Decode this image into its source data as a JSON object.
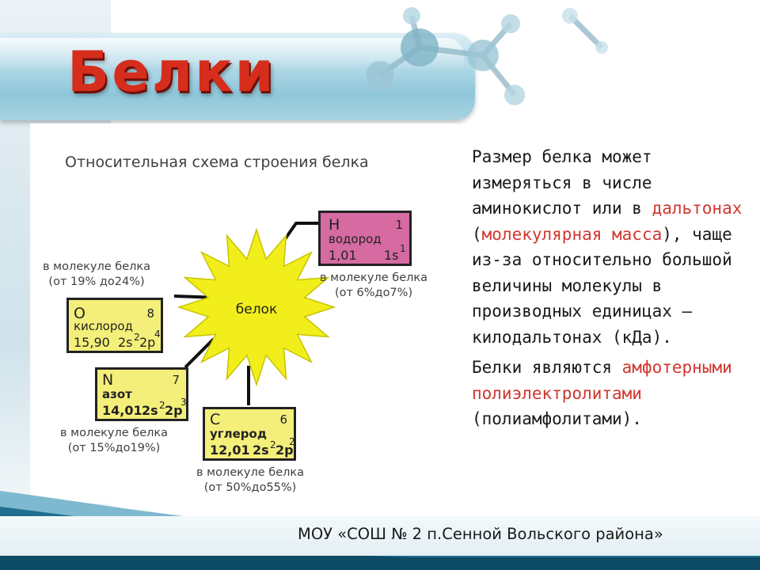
{
  "title": "Белки",
  "diagram": {
    "title": "Относительная схема строения белка",
    "center_label": "белок",
    "elements": [
      {
        "symbol": "H",
        "number": "1",
        "name": "водород",
        "mass": "1,01",
        "config": "1s",
        "config_sup": "1",
        "caption_line1": "в молекуле белка",
        "caption_line2": "(от 6%до7%)",
        "color": "#d56ba0"
      },
      {
        "symbol": "O",
        "number": "8",
        "name": "кислород",
        "mass": "15,90",
        "config": "2s",
        "config_sup1": "2",
        "config2": "2p",
        "config_sup2": "4",
        "caption_line1": "в молекуле белка",
        "caption_line2": "(от 19% до24%)",
        "color": "#f4ef7a"
      },
      {
        "symbol": "N",
        "number": "7",
        "name": "азот",
        "mass": "14,01",
        "config": "2s",
        "config_sup1": "2",
        "config2": "2p",
        "config_sup2": "3",
        "caption_line1": "в молекуле белка",
        "caption_line2": "(от 15%до19%)",
        "color": "#f4ef7a"
      },
      {
        "symbol": "C",
        "number": "6",
        "name": "углерод",
        "mass": "12,01",
        "config": "2s",
        "config_sup1": "2",
        "config2": "2p",
        "config_sup2": "2",
        "caption_line1": "в молекуле белка",
        "caption_line2": "(от 50%до55%)",
        "color": "#f4ef7a"
      }
    ],
    "star_color": "#f2ee1c"
  },
  "text": {
    "p1_a": "Размер белка может измеряться в числе аминокислот или в ",
    "p1_red1": "дальтонах",
    "p1_b": " (",
    "p1_red2": "молекулярная масса",
    "p1_c": "), чаще из-за относительно большой величины молекулы в производных единицах — килодальтонах (кДа).",
    "p2_a": "Белки являются ",
    "p2_red": "амфотерными полиэлектролитами",
    "p2_b": " (полиамфолитами).",
    "accent_color": "#d0372f"
  },
  "footer": "МОУ «СОШ № 2 п.Сенной Вольского района»"
}
